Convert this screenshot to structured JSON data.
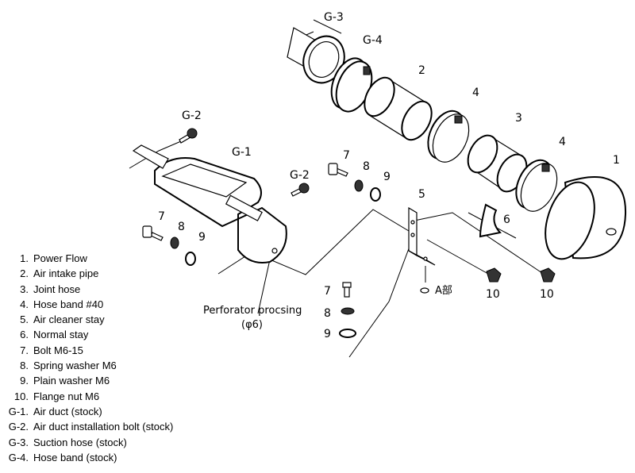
{
  "callouts": {
    "g3": "G-3",
    "g4": "G-4",
    "p2": "2",
    "p4a": "4",
    "p3": "3",
    "p4b": "4",
    "p1": "1",
    "g2a": "G-2",
    "g1": "G-1",
    "g2b": "G-2",
    "p7a": "7",
    "p8a": "8",
    "p9a": "9",
    "p5": "5",
    "p6": "6",
    "p7b": "7",
    "p8b": "8",
    "p9b": "9",
    "p10a": "10",
    "p10b": "10",
    "p7c": "7",
    "p8c": "8",
    "p9c": "9"
  },
  "notes": {
    "perforation_line1": "Perforator procsing",
    "perforation_line2": "(φ6)",
    "a_part": "A部"
  },
  "legend": [
    {
      "num": "1.",
      "text": "Power Flow"
    },
    {
      "num": "2.",
      "text": "Air intake pipe"
    },
    {
      "num": "3.",
      "text": "Joint hose"
    },
    {
      "num": "4.",
      "text": "Hose band  #40"
    },
    {
      "num": "5.",
      "text": "Air cleaner stay"
    },
    {
      "num": "6.",
      "text": "Normal stay"
    },
    {
      "num": "7.",
      "text": "Bolt  M6-15"
    },
    {
      "num": "8.",
      "text": "Spring washer  M6"
    },
    {
      "num": "9.",
      "text": "Plain washer  M6"
    },
    {
      "num": "10.",
      "text": "Flange nut  M6"
    },
    {
      "num": "G-1.",
      "text": "Air duct (stock)"
    },
    {
      "num": "G-2.",
      "text": "Air duct installation bolt (stock)"
    },
    {
      "num": "G-3.",
      "text": "Suction hose (stock)"
    },
    {
      "num": "G-4.",
      "text": "Hose band (stock)"
    }
  ]
}
